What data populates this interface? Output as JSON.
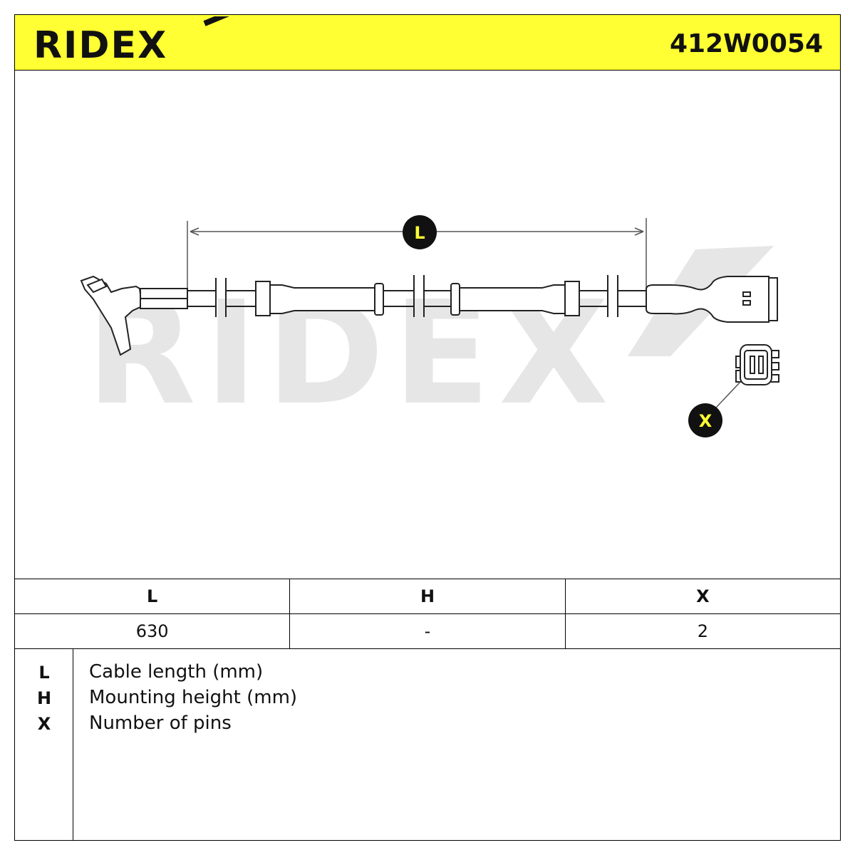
{
  "header": {
    "brand": "RIDEX",
    "part_number": "412W0054",
    "background_color": "#ffff33"
  },
  "diagram": {
    "watermark": "RIDEX",
    "dimension_label": "L",
    "connector_label": "X"
  },
  "spec_table": {
    "headers": [
      "L",
      "H",
      "X"
    ],
    "values": [
      "630",
      "-",
      "2"
    ]
  },
  "legend": [
    {
      "key": "L",
      "description": "Cable length (mm)"
    },
    {
      "key": "H",
      "description": "Mounting height (mm)"
    },
    {
      "key": "X",
      "description": "Number of pins"
    }
  ]
}
